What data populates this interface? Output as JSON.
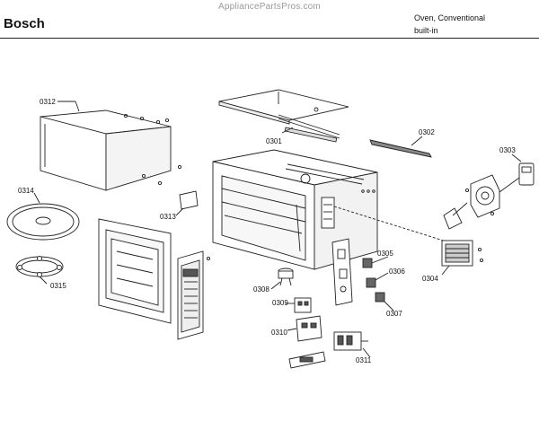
{
  "header": {
    "watermark": "AppliancePartsPros.com",
    "brand": "Bosch",
    "description_line1": "Oven, Conventional",
    "description_line2": "built-in"
  },
  "parts": [
    {
      "id": "p0312",
      "label": "0312"
    },
    {
      "id": "p0301",
      "label": "0301"
    },
    {
      "id": "p0302",
      "label": "0302"
    },
    {
      "id": "p0303",
      "label": "0303"
    },
    {
      "id": "p0314",
      "label": "0314"
    },
    {
      "id": "p0313",
      "label": "0313"
    },
    {
      "id": "p0315",
      "label": "0315"
    },
    {
      "id": "p0305",
      "label": "0305"
    },
    {
      "id": "p0306",
      "label": "0306"
    },
    {
      "id": "p0304",
      "label": "0304"
    },
    {
      "id": "p0307",
      "label": "0307"
    },
    {
      "id": "p0308",
      "label": "0308"
    },
    {
      "id": "p0309",
      "label": "0309"
    },
    {
      "id": "p0310",
      "label": "0310"
    },
    {
      "id": "p0311",
      "label": "0311"
    }
  ]
}
